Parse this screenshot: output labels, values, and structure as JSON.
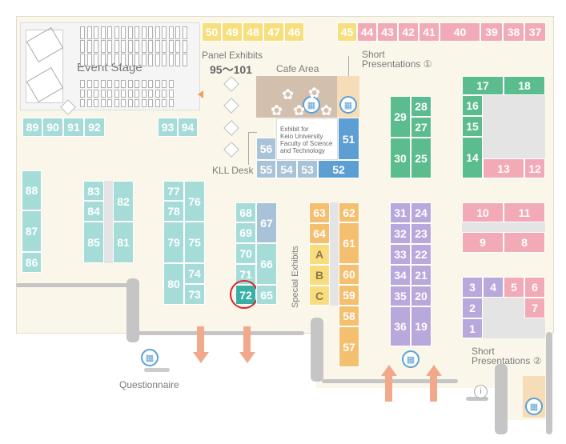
{
  "labels": {
    "event_stage": "Event Stage",
    "panel_exhibits": "Panel Exhibits",
    "panel_range": "95～101",
    "cafe_area": "Cafe Area",
    "short_pres_1_line1": "Short",
    "short_pres_1_line2": "Presentations ①",
    "short_pres_2_line1": "Short",
    "short_pres_2_line2": "Presentations ②",
    "kll_desk": "KLL Desk",
    "keio_line1": "Exhibit for",
    "keio_line2": "Keio University",
    "keio_line3": "Faculty of Science",
    "keio_line4": "and Technology",
    "special_exhibits": "Special Exhibits",
    "questionnaire": "Questionnaire"
  },
  "booths": {
    "b50": "50",
    "b49": "49",
    "b48": "48",
    "b47": "47",
    "b46": "46",
    "b45": "45",
    "b44": "44",
    "b43": "43",
    "b42": "42",
    "b41": "41",
    "b40": "40",
    "b39": "39",
    "b38": "38",
    "b37": "37",
    "b89": "89",
    "b90": "90",
    "b91": "91",
    "b92": "92",
    "b93": "93",
    "b94": "94",
    "b88": "88",
    "b87": "87",
    "b86": "86",
    "b83": "83",
    "b84": "84",
    "b85": "85",
    "b82": "82",
    "b81": "81",
    "b77": "77",
    "b78": "78",
    "b79": "79",
    "b80": "80",
    "b76": "76",
    "b75": "75",
    "b74": "74",
    "b73": "73",
    "b68": "68",
    "b69": "69",
    "b70": "70",
    "b71": "71",
    "b72": "72",
    "b67": "67",
    "b66": "66",
    "b65": "65",
    "b56": "56",
    "b55": "55",
    "b54": "54",
    "b53": "53",
    "b52": "52",
    "b51": "51",
    "b63": "63",
    "b64": "64",
    "sA": "A",
    "sB": "B",
    "sC": "C",
    "b62": "62",
    "b61": "61",
    "b60": "60",
    "b59": "59",
    "b58": "58",
    "b57": "57",
    "b29": "29",
    "b28": "28",
    "b27": "27",
    "b30": "30",
    "b25": "25",
    "b31": "31",
    "b24": "24",
    "b32": "32",
    "b23": "23",
    "b33": "33",
    "b22": "22",
    "b34": "34",
    "b21": "21",
    "b35": "35",
    "b20": "20",
    "b36": "36",
    "b19": "19",
    "b17": "17",
    "b18": "18",
    "b16": "16",
    "b15": "15",
    "b14": "14",
    "b13": "13",
    "b12": "12",
    "b10": "10",
    "b11": "11",
    "b9": "9",
    "b8": "8",
    "b3": "3",
    "b4": "4",
    "b5": "5",
    "b6": "6",
    "b2": "2",
    "b7": "7",
    "b1": "1"
  },
  "highlighted_booth": "72",
  "colors": {
    "teal": "#a6dcd8",
    "yellow": "#f7df7e",
    "pink": "#f3aab7",
    "green": "#5bbc8d",
    "violet": "#b8a8dc",
    "orange": "#f5bf70",
    "blue": "#5d9fd2",
    "highlight": "#3aafa6",
    "highlight_ring": "#d9252a",
    "arrow": "#f2a88a"
  }
}
